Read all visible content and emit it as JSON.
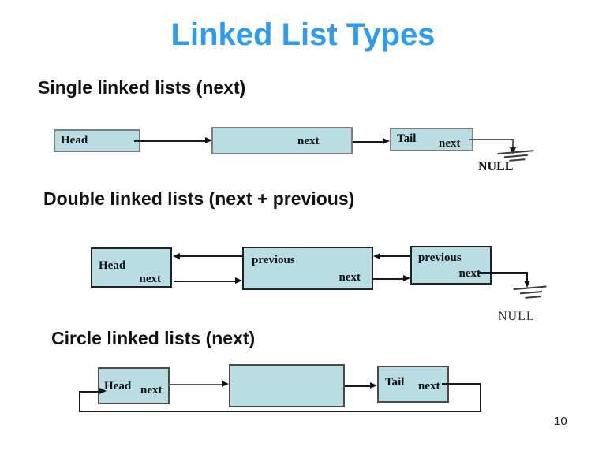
{
  "slide": {
    "title": "Linked List Types",
    "page_number": "10",
    "title_color": "#2e9bf0",
    "box_fill_color": "#b8dde2"
  },
  "sections": {
    "single": {
      "heading": "Single linked lists (next)",
      "head_label": "Head",
      "node_next_label": "next",
      "tail_label": "Tail",
      "tail_next_label": "next",
      "null_label": "NULL"
    },
    "double": {
      "heading": "Double linked lists (next + previous)",
      "head_label": "Head",
      "head_next_label": "next",
      "node_previous_label": "previous",
      "node_next_label": "next",
      "tail_previous_label": "previous",
      "tail_next_label": "next",
      "null_label": "NULL"
    },
    "circle": {
      "heading": "Circle linked lists (next)",
      "head_label": "Head",
      "head_next_label": "next",
      "tail_label": "Tail",
      "tail_next_label": "next"
    }
  }
}
